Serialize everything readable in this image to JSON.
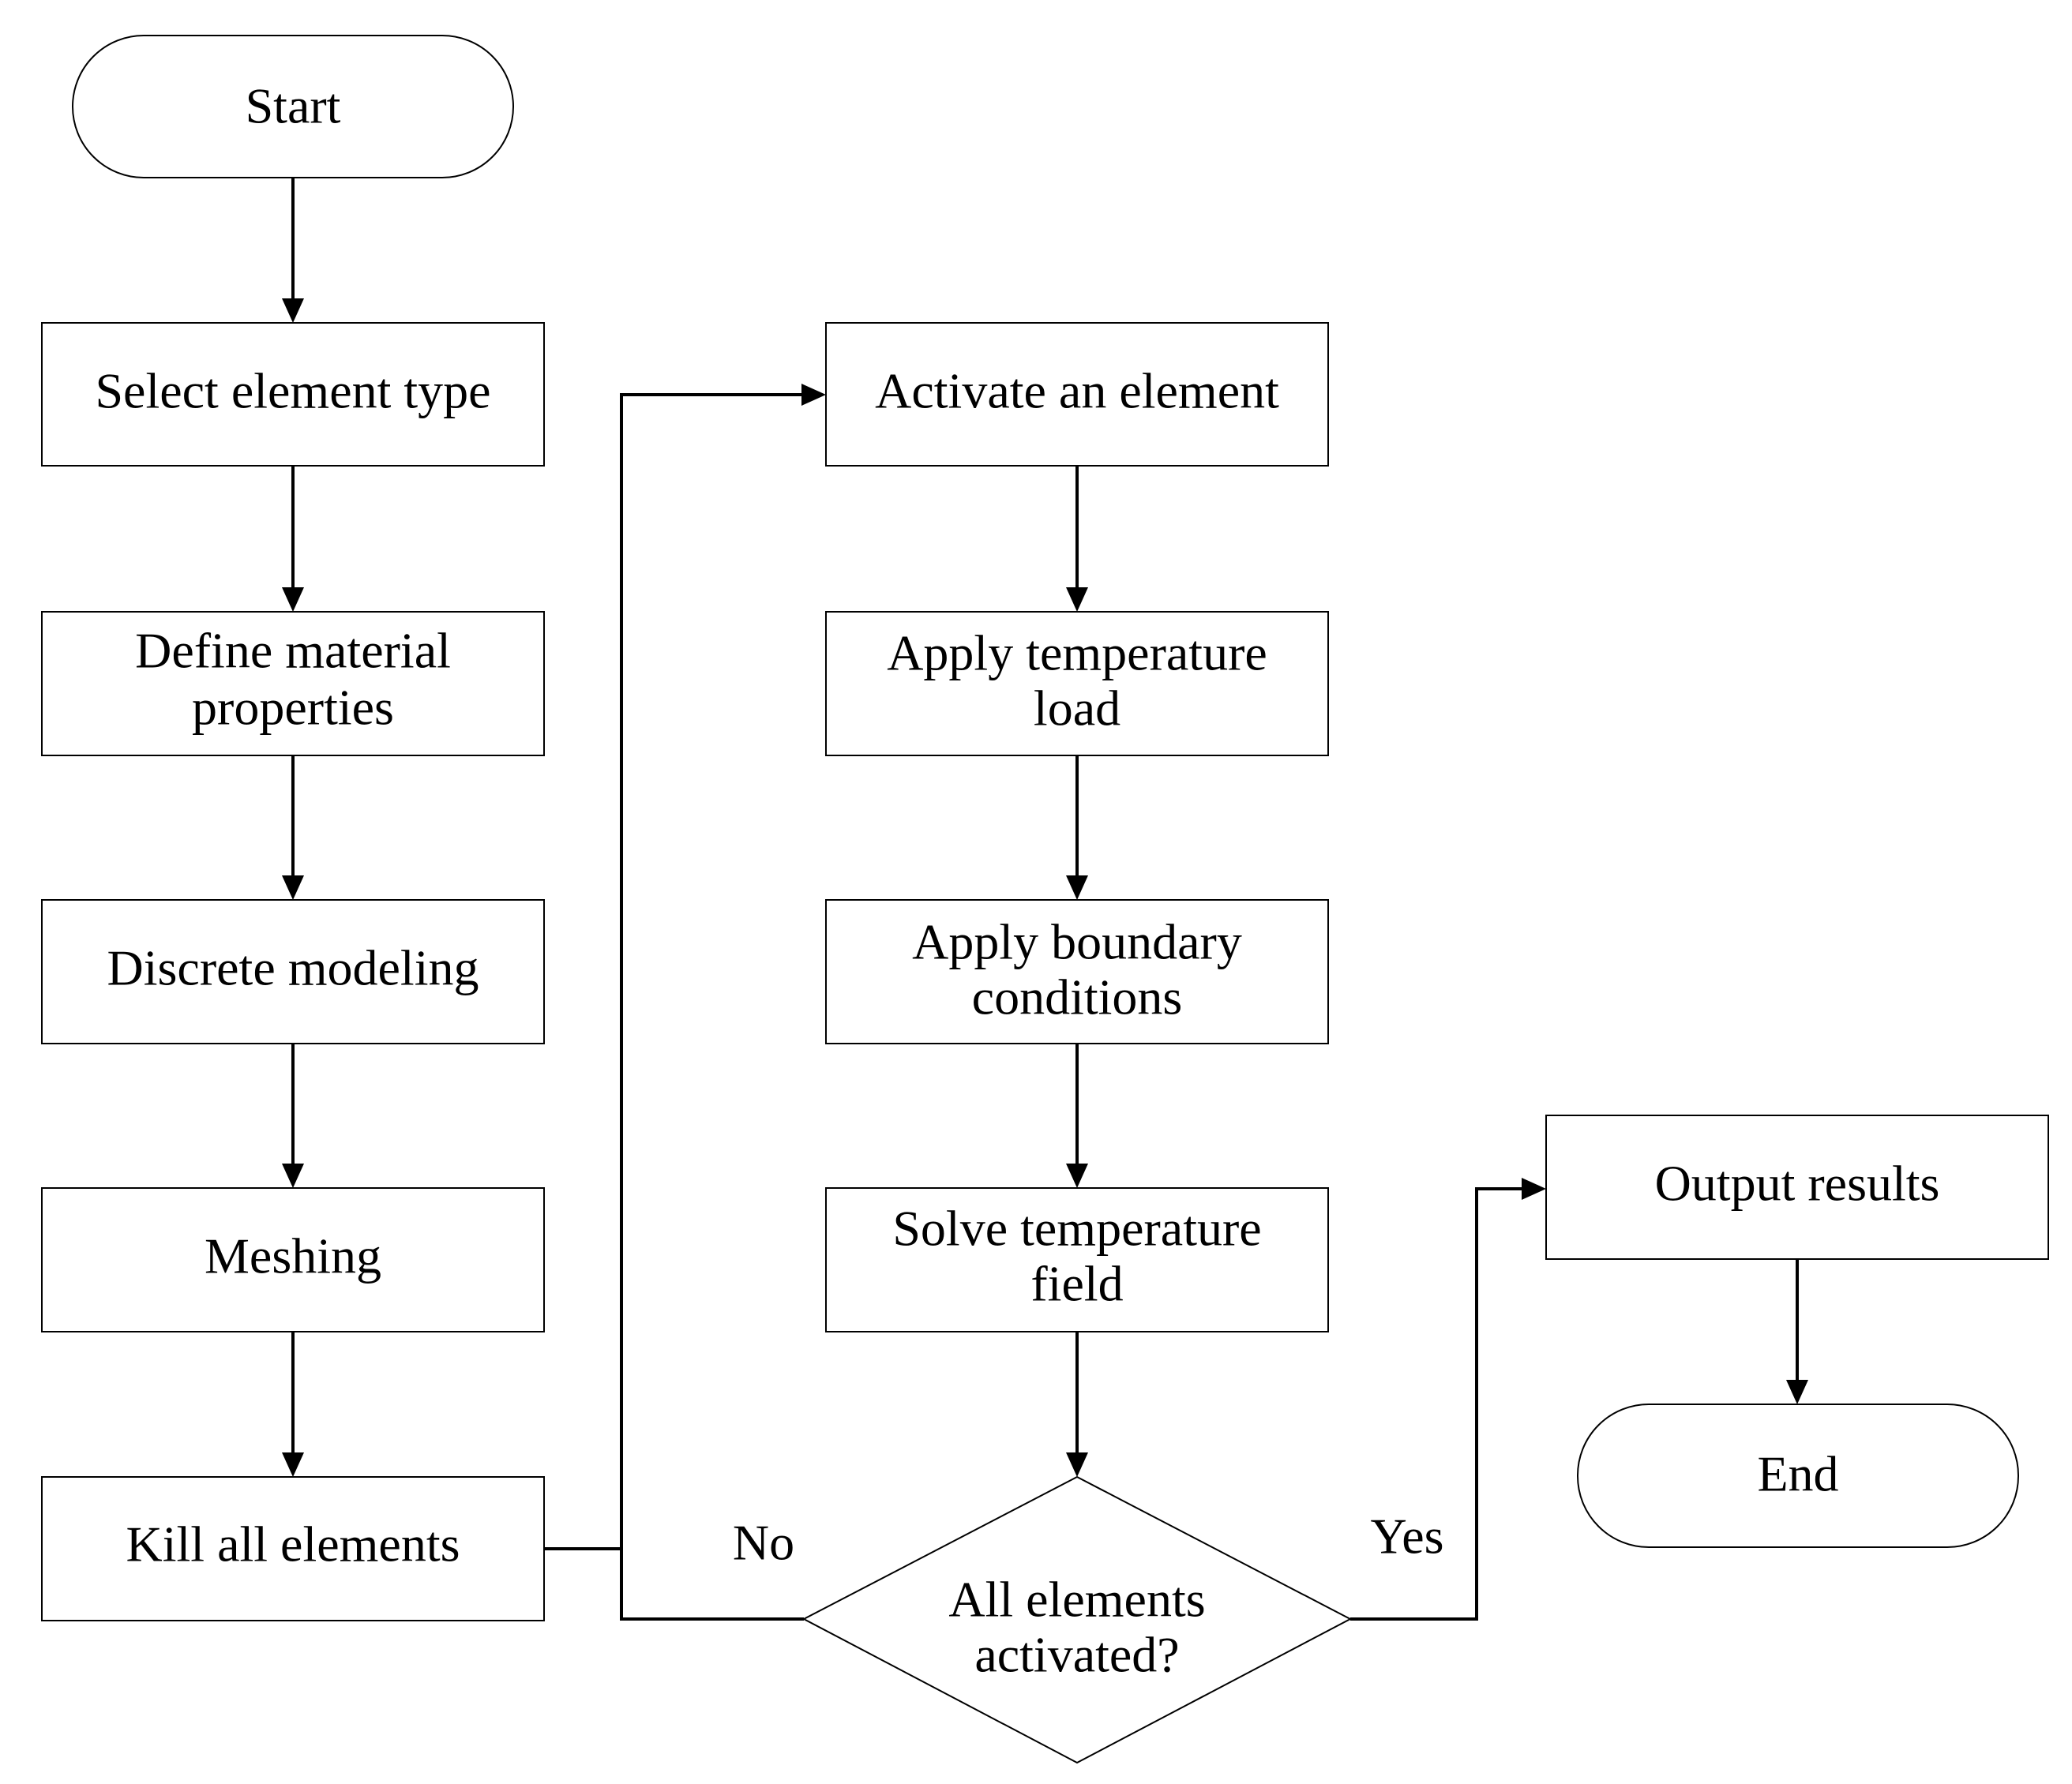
{
  "nodes": {
    "start": {
      "label": "Start"
    },
    "select_element_type": {
      "label": "Select element type"
    },
    "define_material": {
      "lines": [
        "Define material",
        "properties"
      ]
    },
    "discrete_modeling": {
      "label": "Discrete modeling"
    },
    "meshing": {
      "label": "Meshing"
    },
    "kill_all": {
      "label": "Kill all elements"
    },
    "activate_element": {
      "label": "Activate an element"
    },
    "apply_temperature": {
      "lines": [
        "Apply temperature",
        "load"
      ]
    },
    "apply_boundary": {
      "lines": [
        "Apply boundary",
        "conditions"
      ]
    },
    "solve_temperature": {
      "lines": [
        "Solve temperature",
        "field"
      ]
    },
    "decision": {
      "lines": [
        "All elements",
        "activated?"
      ]
    },
    "output_results": {
      "label": "Output results"
    },
    "end": {
      "label": "End"
    }
  },
  "edge_labels": {
    "no": "No",
    "yes": "Yes"
  }
}
